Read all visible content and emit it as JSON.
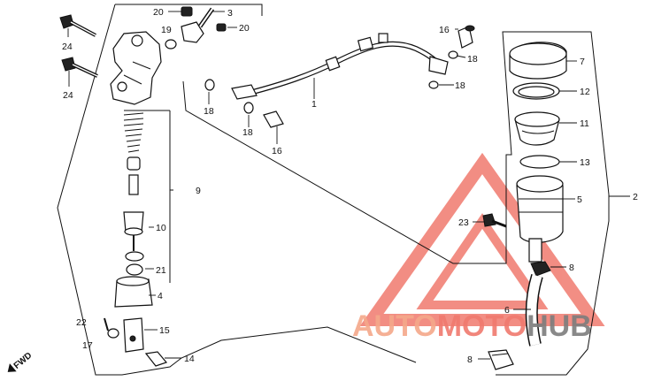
{
  "diagram": {
    "callouts": [
      {
        "id": "c20a",
        "text": "20"
      },
      {
        "id": "c3",
        "text": "3"
      },
      {
        "id": "c19",
        "text": "19"
      },
      {
        "id": "c20b",
        "text": "20"
      },
      {
        "id": "c24a",
        "text": "24"
      },
      {
        "id": "c24b",
        "text": "24"
      },
      {
        "id": "c9",
        "text": "9"
      },
      {
        "id": "c10",
        "text": "10"
      },
      {
        "id": "c21",
        "text": "21"
      },
      {
        "id": "c4",
        "text": "4"
      },
      {
        "id": "c22",
        "text": "22"
      },
      {
        "id": "c17",
        "text": "17"
      },
      {
        "id": "c15",
        "text": "15"
      },
      {
        "id": "c14",
        "text": "14"
      },
      {
        "id": "c16a",
        "text": "16"
      },
      {
        "id": "c18a",
        "text": "18"
      },
      {
        "id": "c18b",
        "text": "18"
      },
      {
        "id": "c18c",
        "text": "18"
      },
      {
        "id": "c18d",
        "text": "18"
      },
      {
        "id": "c1",
        "text": "1"
      },
      {
        "id": "c16b",
        "text": "16"
      },
      {
        "id": "c7",
        "text": "7"
      },
      {
        "id": "c12",
        "text": "12"
      },
      {
        "id": "c11",
        "text": "11"
      },
      {
        "id": "c13",
        "text": "13"
      },
      {
        "id": "c5",
        "text": "5"
      },
      {
        "id": "c2",
        "text": "2"
      },
      {
        "id": "c23",
        "text": "23"
      },
      {
        "id": "c8a",
        "text": "8"
      },
      {
        "id": "c6",
        "text": "6"
      },
      {
        "id": "c8b",
        "text": "8"
      }
    ],
    "fwd_label": "FWD"
  },
  "watermark": {
    "text_part1": "AUTO",
    "text_part2": "MOTO",
    "text_part3": "HUB",
    "color_accent": "#f07a6e",
    "color_mid": "#f5a88a",
    "color_dark": "#7d7d7d"
  }
}
